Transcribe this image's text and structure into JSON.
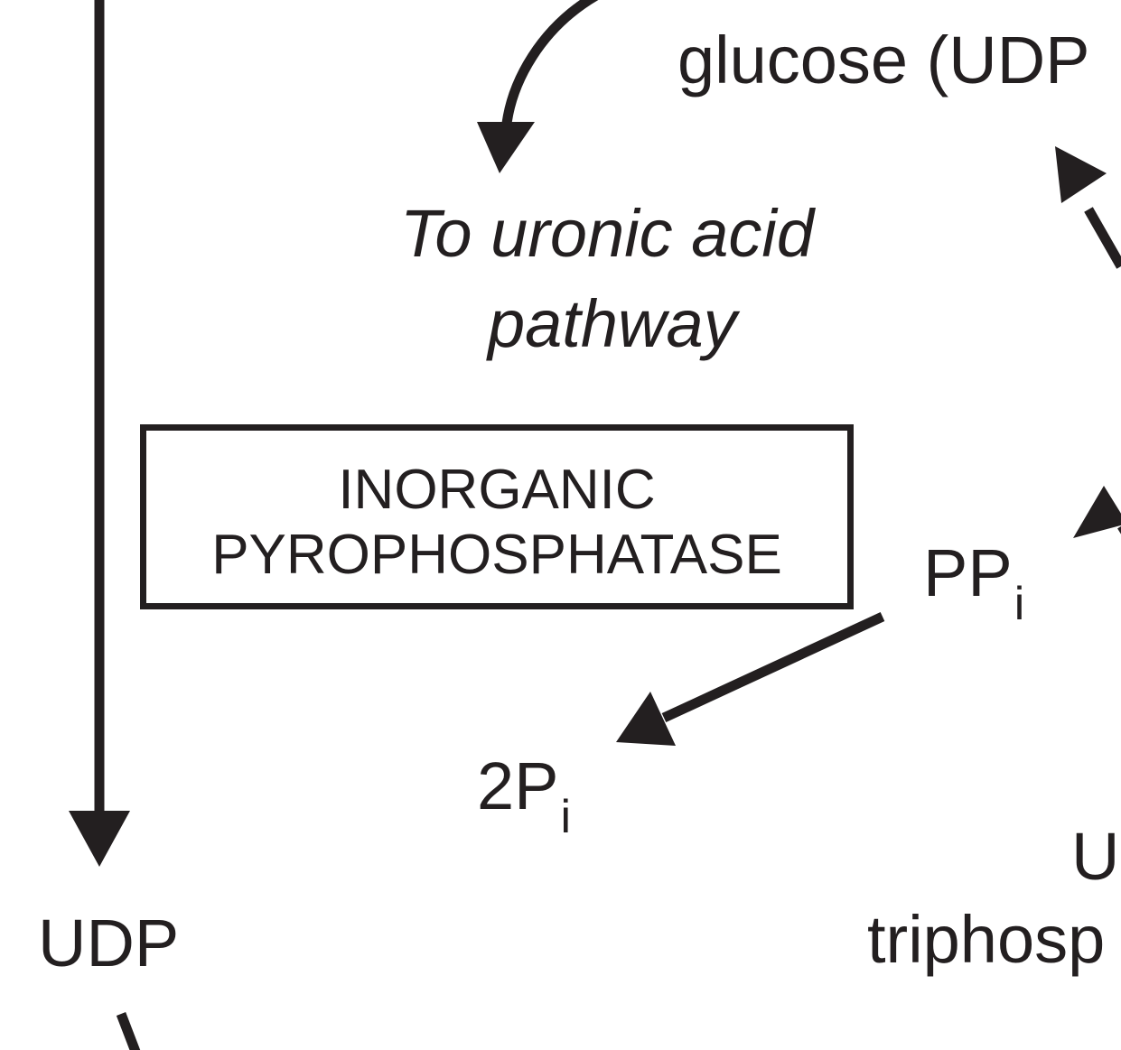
{
  "labels": {
    "top_partial": "glucose (UDP",
    "uronic_line1": "To uronic acid",
    "uronic_line2": "pathway",
    "enzyme_line1": "INORGANIC",
    "enzyme_line2": "PYROPHOSPHATASE",
    "ppi_main": "PP",
    "ppi_sub": "i",
    "twopi_main": "2P",
    "twopi_sub": "i",
    "udp": "UDP",
    "utp_partial_line1": "U",
    "utp_partial_line2": "triphosp"
  },
  "colors": {
    "ink": "#231f20",
    "background": "#ffffff"
  }
}
